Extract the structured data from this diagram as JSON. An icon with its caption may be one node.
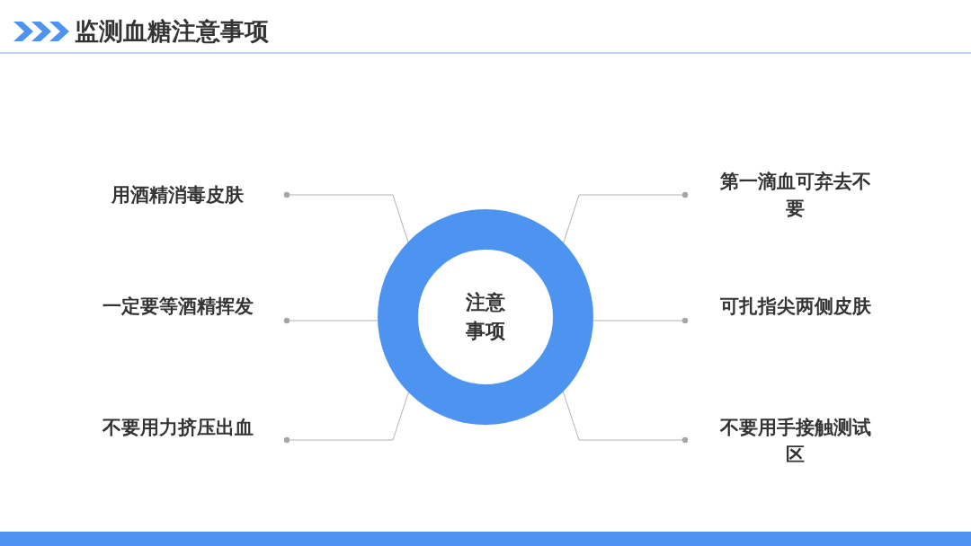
{
  "diagram": {
    "title": "监测血糖注意事项",
    "nodes": [
      {
        "text": [
          "注意事项"
        ]
      },
      {
        "text": [
          "用酒精消毒皮肤"
        ]
      },
      {
        "text": [
          "第一滴血可弃去不要"
        ]
      },
      {
        "text": [
          "一定要等酒精挥发"
        ]
      },
      {
        "text": [
          "可扎指尖两侧皮肤"
        ]
      },
      {
        "text": [
          "不要用力挤压出血"
        ]
      },
      {
        "text": [
          "不要用手接触测试区"
        ]
      }
    ],
    "edges": [
      {
        "from": 0,
        "to": 1,
        "arrow": "other"
      },
      {
        "from": 0,
        "to": 2,
        "arrow": "other"
      },
      {
        "from": 0,
        "to": 3,
        "arrow": "other"
      },
      {
        "from": 0,
        "to": 4,
        "arrow": "other"
      },
      {
        "from": 0,
        "to": 5,
        "arrow": "other"
      },
      {
        "from": 0,
        "to": 6,
        "arrow": "other"
      }
    ]
  }
}
